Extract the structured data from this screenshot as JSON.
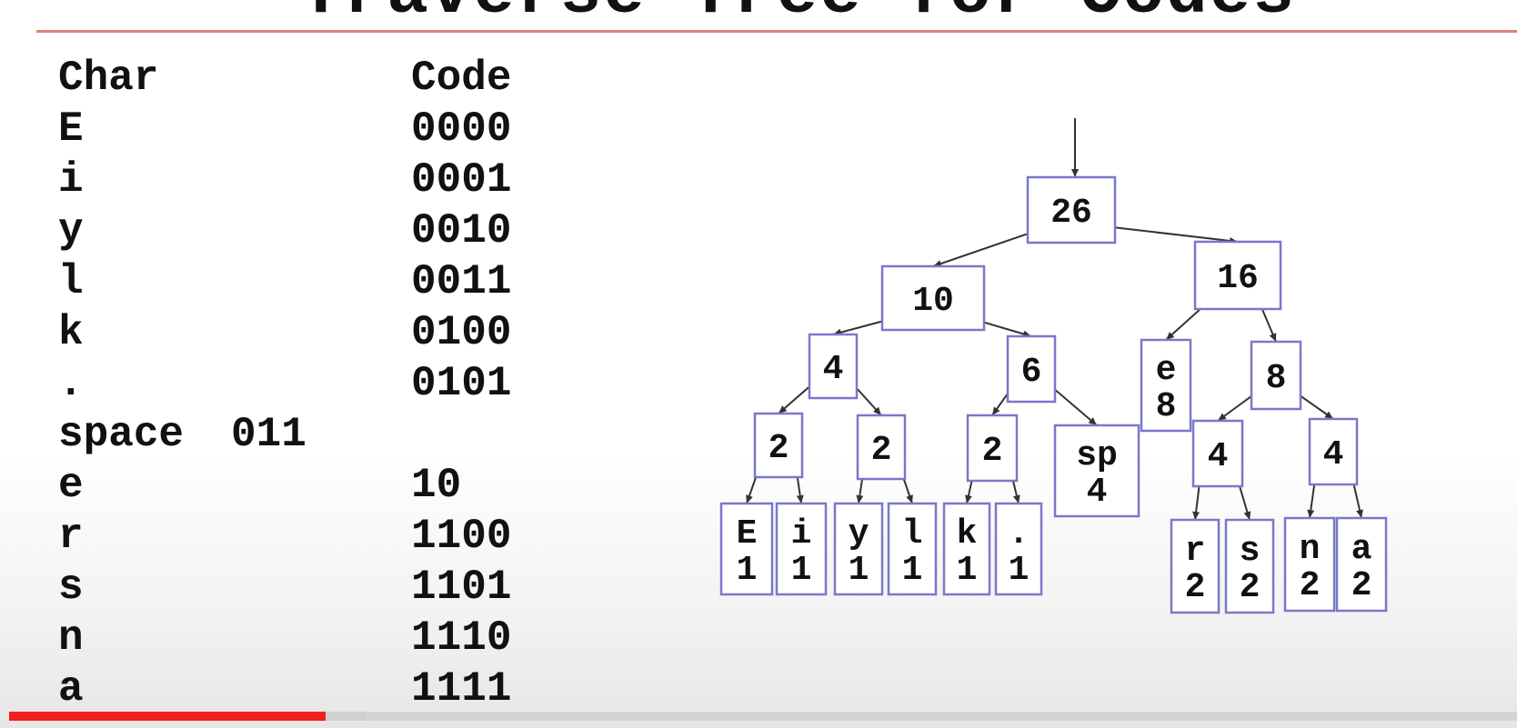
{
  "slide": {
    "title": "Traverse Tree for Codes"
  },
  "table": {
    "header_char": "Char",
    "header_code": "Code",
    "rows": [
      {
        "char": "E",
        "code": "0000"
      },
      {
        "char": "i",
        "code": "0001"
      },
      {
        "char": "y",
        "code": "0010"
      },
      {
        "char": "l",
        "code": "0011"
      },
      {
        "char": "k",
        "code": "0100"
      },
      {
        "char": ".",
        "code": "0101"
      },
      {
        "char": "space",
        "code": "011"
      },
      {
        "char": "e",
        "code": "10"
      },
      {
        "char": "r",
        "code": "1100"
      },
      {
        "char": "s",
        "code": "1101"
      },
      {
        "char": "n",
        "code": "1110"
      },
      {
        "char": "a",
        "code": "1111"
      }
    ]
  },
  "tree": {
    "nodes": [
      {
        "id": "n26",
        "lines": [
          "26"
        ]
      },
      {
        "id": "n10",
        "lines": [
          "10"
        ]
      },
      {
        "id": "n16",
        "lines": [
          "16"
        ]
      },
      {
        "id": "n4a",
        "lines": [
          "4"
        ]
      },
      {
        "id": "n6",
        "lines": [
          "6"
        ]
      },
      {
        "id": "ne8",
        "lines": [
          "e",
          "8"
        ]
      },
      {
        "id": "n8",
        "lines": [
          "8"
        ]
      },
      {
        "id": "n2a",
        "lines": [
          "2"
        ]
      },
      {
        "id": "n2b",
        "lines": [
          "2"
        ]
      },
      {
        "id": "n2c",
        "lines": [
          "2"
        ]
      },
      {
        "id": "nsp",
        "lines": [
          "sp",
          "4"
        ]
      },
      {
        "id": "n4b",
        "lines": [
          "4"
        ]
      },
      {
        "id": "n4c",
        "lines": [
          "4"
        ]
      },
      {
        "id": "nE",
        "lines": [
          "E",
          "1"
        ]
      },
      {
        "id": "ni",
        "lines": [
          "i",
          "1"
        ]
      },
      {
        "id": "ny",
        "lines": [
          "y",
          "1"
        ]
      },
      {
        "id": "nl",
        "lines": [
          "l",
          "1"
        ]
      },
      {
        "id": "nk",
        "lines": [
          "k",
          "1"
        ]
      },
      {
        "id": "ndot",
        "lines": [
          ".",
          "1"
        ]
      },
      {
        "id": "nr",
        "lines": [
          "r",
          "2"
        ]
      },
      {
        "id": "ns",
        "lines": [
          "s",
          "2"
        ]
      },
      {
        "id": "nn",
        "lines": [
          "n",
          "2"
        ]
      },
      {
        "id": "na",
        "lines": [
          "a",
          "2"
        ]
      }
    ],
    "edges": [
      [
        "n26",
        "n10"
      ],
      [
        "n26",
        "n16"
      ],
      [
        "n10",
        "n4a"
      ],
      [
        "n10",
        "n6"
      ],
      [
        "n16",
        "ne8"
      ],
      [
        "n16",
        "n8"
      ],
      [
        "n4a",
        "n2a"
      ],
      [
        "n4a",
        "n2b"
      ],
      [
        "n6",
        "n2c"
      ],
      [
        "n6",
        "nsp"
      ],
      [
        "n8",
        "n4b"
      ],
      [
        "n8",
        "n4c"
      ],
      [
        "n2a",
        "nE"
      ],
      [
        "n2a",
        "ni"
      ],
      [
        "n2b",
        "ny"
      ],
      [
        "n2b",
        "nl"
      ],
      [
        "n2c",
        "nk"
      ],
      [
        "n2c",
        "ndot"
      ],
      [
        "n4b",
        "nr"
      ],
      [
        "n4b",
        "ns"
      ],
      [
        "n4c",
        "nn"
      ],
      [
        "n4c",
        "na"
      ]
    ]
  },
  "video_player": {
    "progress_fraction": 0.21,
    "buffered_fraction": 0.237,
    "progress_color": "#f0201e"
  }
}
